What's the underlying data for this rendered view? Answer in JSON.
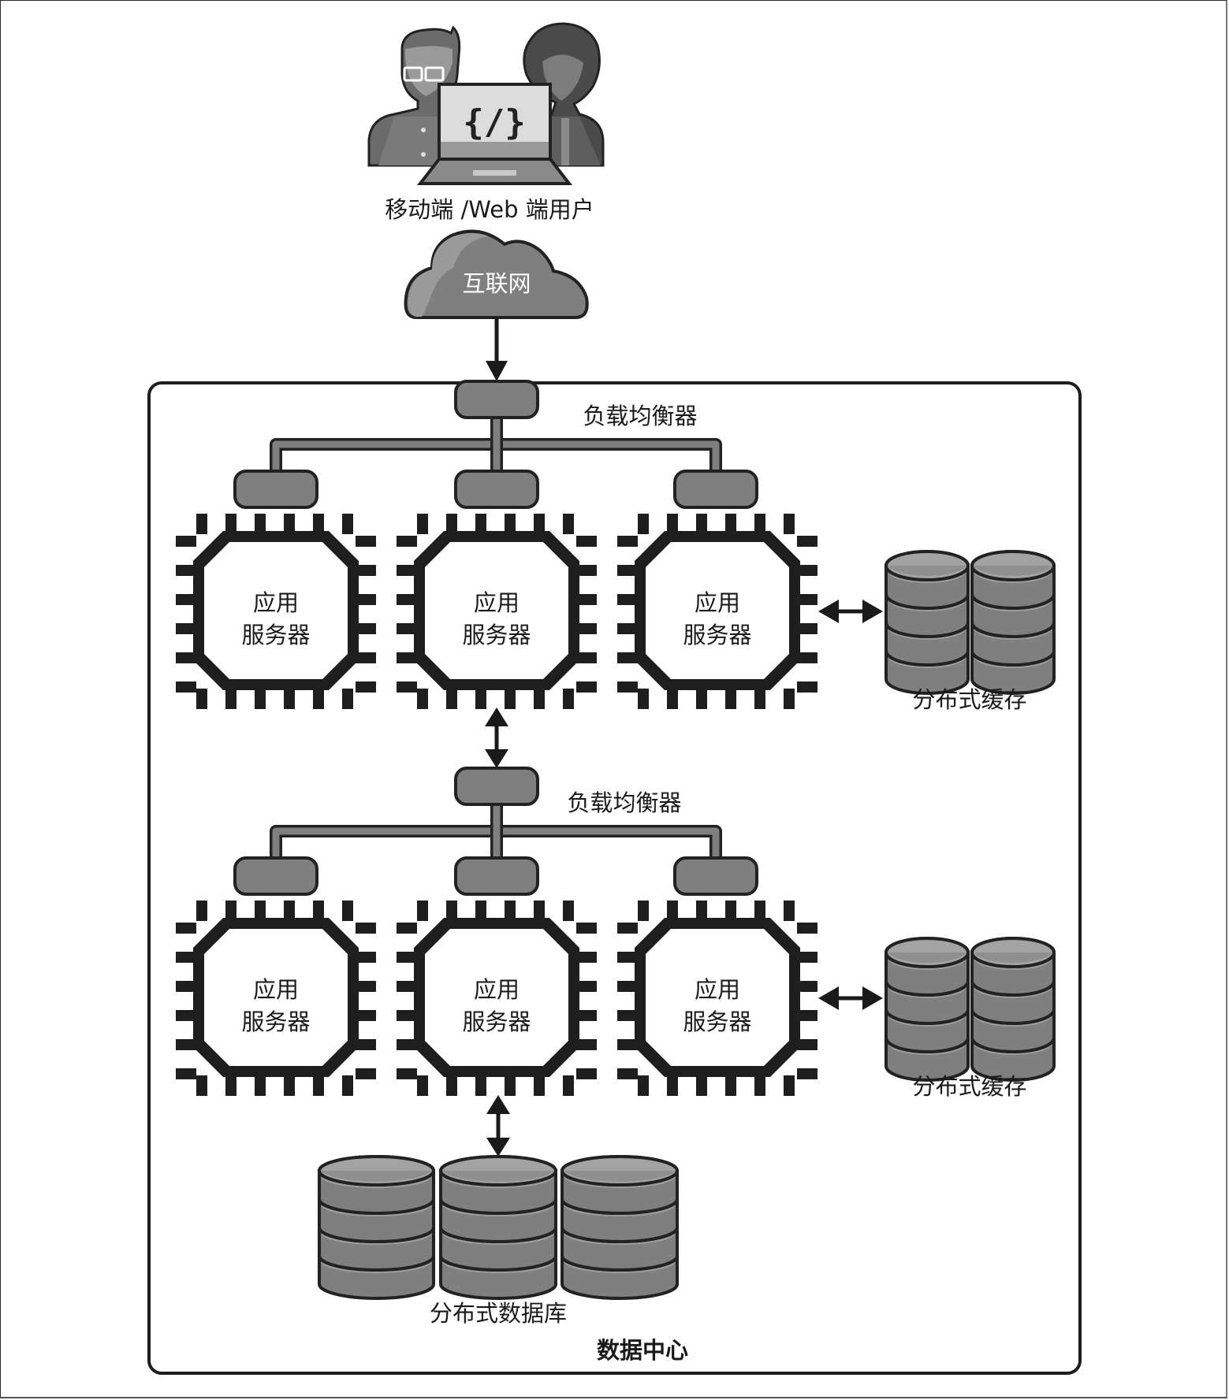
{
  "users": {
    "label": "移动端 /Web 端用户",
    "icon": "developers-with-laptop-icon",
    "laptop_glyph": "{/}"
  },
  "internet": {
    "label": "互联网",
    "icon": "cloud-icon"
  },
  "datacenter": {
    "label": "数据中心"
  },
  "tiers": [
    {
      "load_balancer": {
        "label": "负载均衡器"
      },
      "servers": [
        {
          "line1": "应用",
          "line2": "服务器"
        },
        {
          "line1": "应用",
          "line2": "服务器"
        },
        {
          "line1": "应用",
          "line2": "服务器"
        }
      ],
      "cache": {
        "label": "分布式缓存"
      }
    },
    {
      "load_balancer": {
        "label": "负载均衡器"
      },
      "servers": [
        {
          "line1": "应用",
          "line2": "服务器"
        },
        {
          "line1": "应用",
          "line2": "服务器"
        },
        {
          "line1": "应用",
          "line2": "服务器"
        }
      ],
      "cache": {
        "label": "分布式缓存"
      }
    }
  ],
  "database": {
    "label": "分布式数据库"
  },
  "colors": {
    "node_fill": "#7f7f7f",
    "db_top": "#a3a3a3",
    "outline": "#222222",
    "chip": "#1e1e1e"
  }
}
